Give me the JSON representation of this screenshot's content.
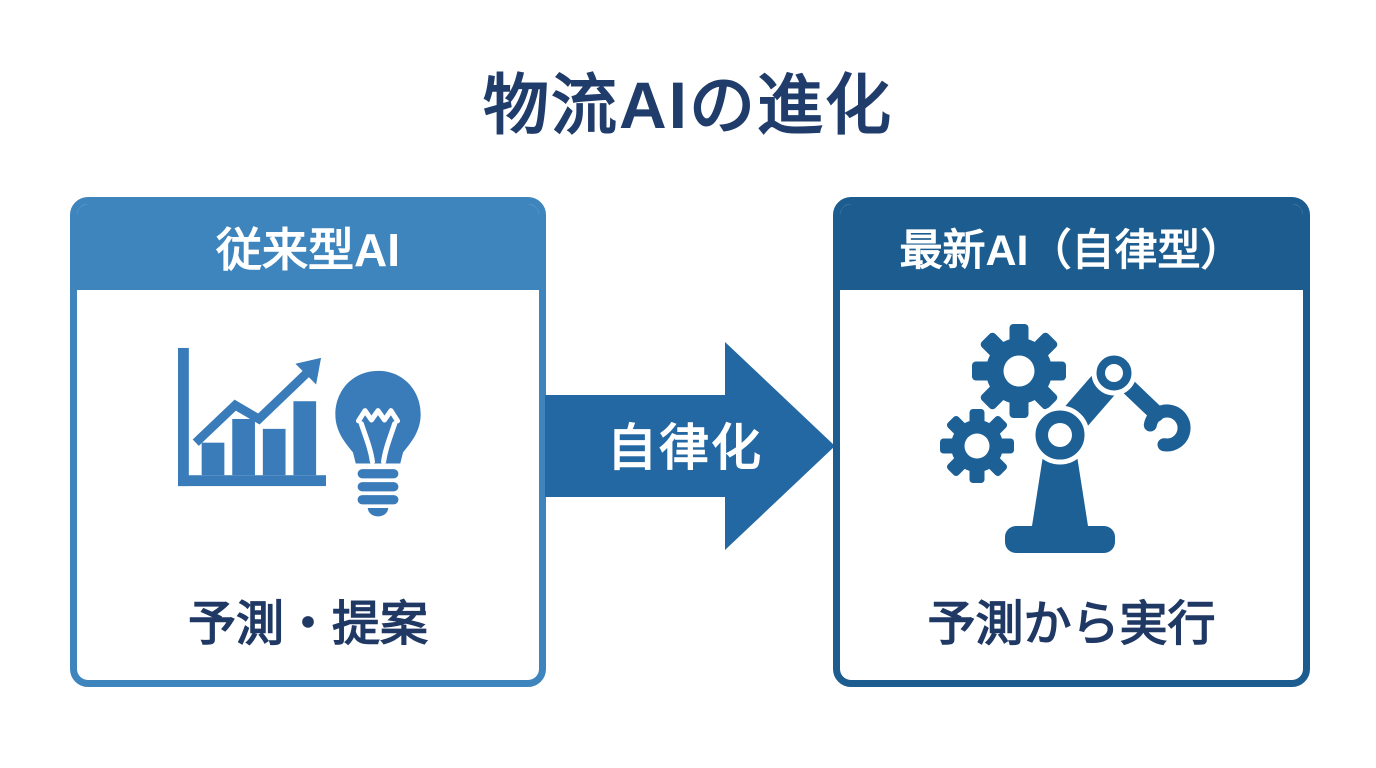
{
  "title": "物流AIの進化",
  "cards": {
    "left": {
      "header": "従来型AI",
      "label": "予測・提案",
      "icons": [
        "bar-chart-growth-icon",
        "lightbulb-icon"
      ]
    },
    "right": {
      "header": "最新AI（自律型）",
      "label": "予測から実行",
      "icons": [
        "gears-icon",
        "robot-arm-icon"
      ]
    }
  },
  "arrow": {
    "label": "自律化"
  },
  "colors": {
    "background": "#ffffff",
    "title_text": "#1f3c6b",
    "body_text": "#1f3864",
    "header_text": "#ffffff",
    "left_accent": "#3e84bd",
    "left_icon": "#3a7cba",
    "right_accent": "#1c5c8f",
    "right_icon": "#1d6096",
    "arrow_fill": "#2368a2"
  }
}
